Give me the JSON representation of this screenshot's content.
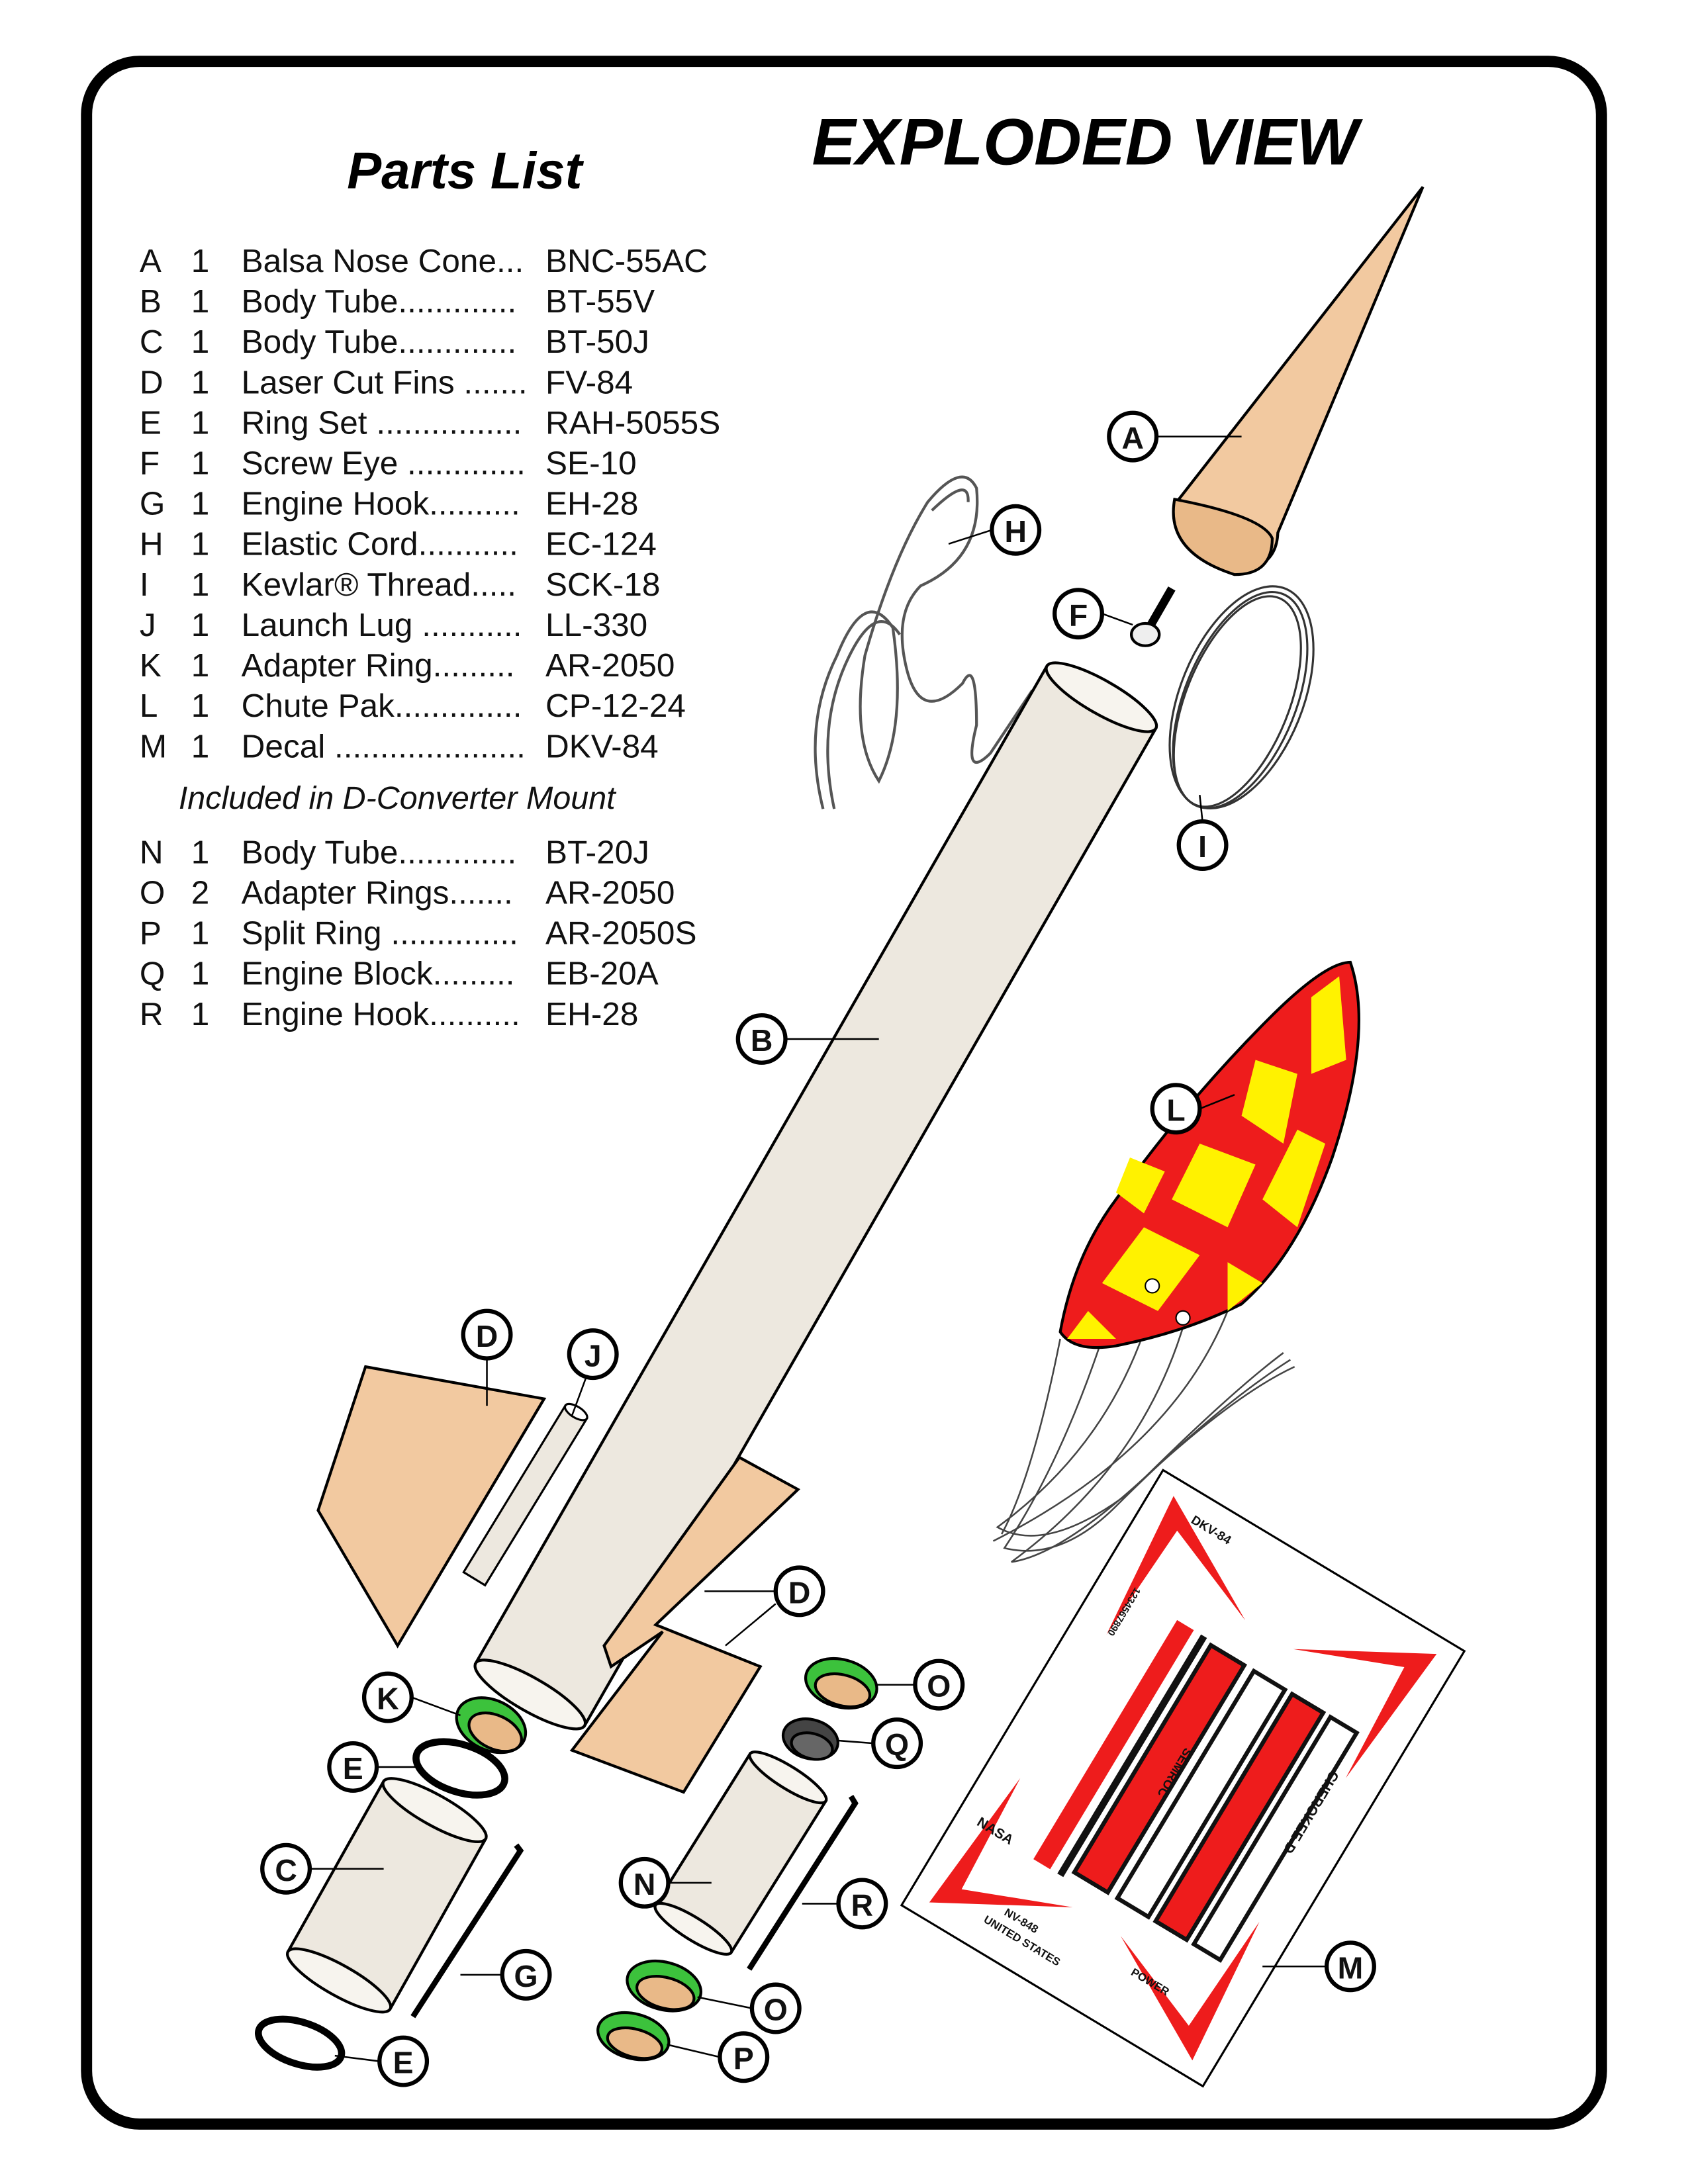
{
  "title": "EXPLODED VIEW",
  "parts_list": {
    "heading": "Parts List",
    "items": [
      {
        "letter": "A",
        "qty": "1",
        "name": "Balsa Nose Cone...",
        "code": "BNC-55AC"
      },
      {
        "letter": "B",
        "qty": "1",
        "name": "Body Tube.............",
        "code": "BT-55V"
      },
      {
        "letter": "C",
        "qty": "1",
        "name": "Body Tube.............",
        "code": "BT-50J"
      },
      {
        "letter": "D",
        "qty": "1",
        "name": "Laser Cut Fins .......",
        "code": "FV-84"
      },
      {
        "letter": "E",
        "qty": "1",
        "name": "Ring Set ................",
        "code": "RAH-5055S"
      },
      {
        "letter": "F",
        "qty": "1",
        "name": "Screw Eye .............",
        "code": "SE-10"
      },
      {
        "letter": "G",
        "qty": "1",
        "name": "Engine Hook..........",
        "code": "EH-28"
      },
      {
        "letter": "H",
        "qty": "1",
        "name": "Elastic Cord...........",
        "code": "EC-124"
      },
      {
        "letter": "I",
        "qty": "1",
        "name": "Kevlar® Thread.....",
        "code": "SCK-18"
      },
      {
        "letter": "J",
        "qty": "1",
        "name": "Launch Lug ...........",
        "code": "LL-330"
      },
      {
        "letter": "K",
        "qty": "1",
        "name": "Adapter Ring.........",
        "code": "AR-2050"
      },
      {
        "letter": "L",
        "qty": "1",
        "name": "Chute Pak..............",
        "code": "CP-12-24"
      },
      {
        "letter": "M",
        "qty": "1",
        "name": "Decal .....................",
        "code": "DKV-84"
      }
    ],
    "subheading": "Included in D-Converter Mount",
    "converter_items": [
      {
        "letter": "N",
        "qty": "1",
        "name": "Body Tube.............",
        "code": "BT-20J"
      },
      {
        "letter": "O",
        "qty": "2",
        "name": "Adapter Rings.......",
        "code": "AR-2050"
      },
      {
        "letter": "P",
        "qty": "1",
        "name": "Split Ring ..............",
        "code": "AR-2050S"
      },
      {
        "letter": "Q",
        "qty": "1",
        "name": "Engine Block.........",
        "code": "EB-20A"
      },
      {
        "letter": "R",
        "qty": "1",
        "name": "Engine Hook..........",
        "code": "EH-28"
      }
    ]
  },
  "callouts": {
    "A": "A",
    "B": "B",
    "C": "C",
    "D": "D",
    "E": "E",
    "F": "F",
    "G": "G",
    "H": "H",
    "I": "I",
    "J": "J",
    "K": "K",
    "L": "L",
    "M": "M",
    "N": "N",
    "O": "O",
    "P": "P",
    "Q": "Q",
    "R": "R"
  },
  "decal": {
    "code": "DKV-84",
    "nasa": "NASA",
    "name": "CHEROKEE-D",
    "brand": "SEMROC",
    "reg": "NV-848",
    "country": "UNITED STATES",
    "power": "POWER",
    "numbers": "1234567890"
  },
  "colors": {
    "balsa": "#f2c9a0",
    "tube": "#ede8df",
    "green": "#3cc23c",
    "red": "#ee1c1c",
    "yellow": "#fff200"
  }
}
